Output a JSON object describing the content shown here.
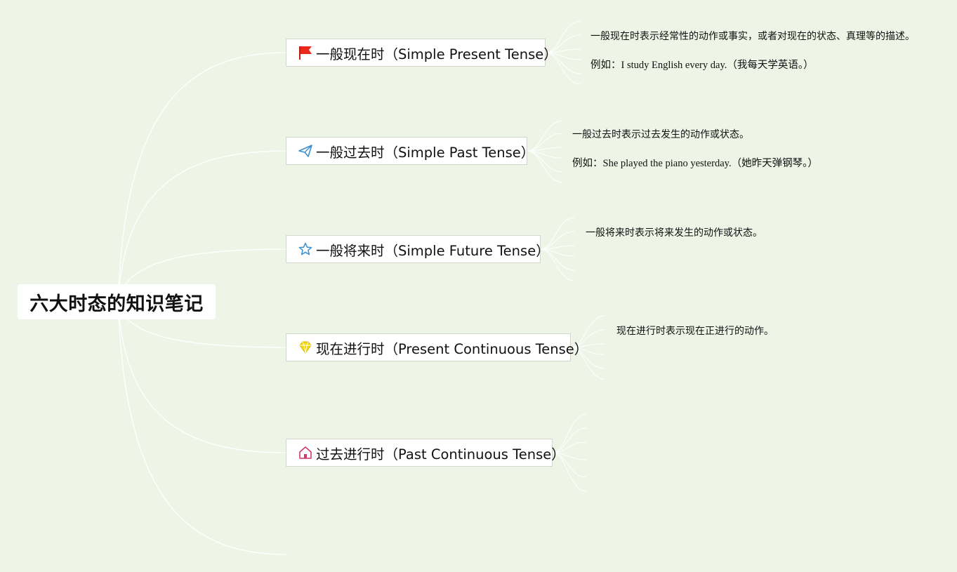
{
  "root": {
    "label": "六大时态的知识笔记"
  },
  "topics": [
    {
      "id": "simple-present",
      "icon": "red-flag-icon",
      "label": "一般现在时（Simple Present Tense）",
      "notes": [
        "一般现在时表示经常性的动作或事实，或者对现在的状态、真理等的描述。",
        "例如：I study English every day.（我每天学英语。）"
      ]
    },
    {
      "id": "simple-past",
      "icon": "paper-plane-icon",
      "label": "一般过去时（Simple Past Tense）",
      "notes": [
        "一般过去时表示过去发生的动作或状态。",
        "例如：She played the piano yesterday.（她昨天弹钢琴。）"
      ]
    },
    {
      "id": "simple-future",
      "icon": "star-icon",
      "label": "一般将来时（Simple Future Tense）",
      "notes": [
        "一般将来时表示将来发生的动作或状态。"
      ]
    },
    {
      "id": "present-continuous",
      "icon": "diamond-icon",
      "label": "现在进行时（Present Continuous Tense）",
      "notes": [
        "现在进行时表示现在正进行的动作。"
      ]
    },
    {
      "id": "past-continuous",
      "icon": "house-icon",
      "label": "过去进行时（Past Continuous Tense）",
      "notes": []
    }
  ],
  "colors": {
    "background": "#eef5e6",
    "branch": "#ffffff",
    "flag": "#e8291c",
    "plane": "#3a8fd0",
    "star": "#3a8fd0",
    "diamond": "#f5d90a",
    "house": "#d23a6a"
  }
}
